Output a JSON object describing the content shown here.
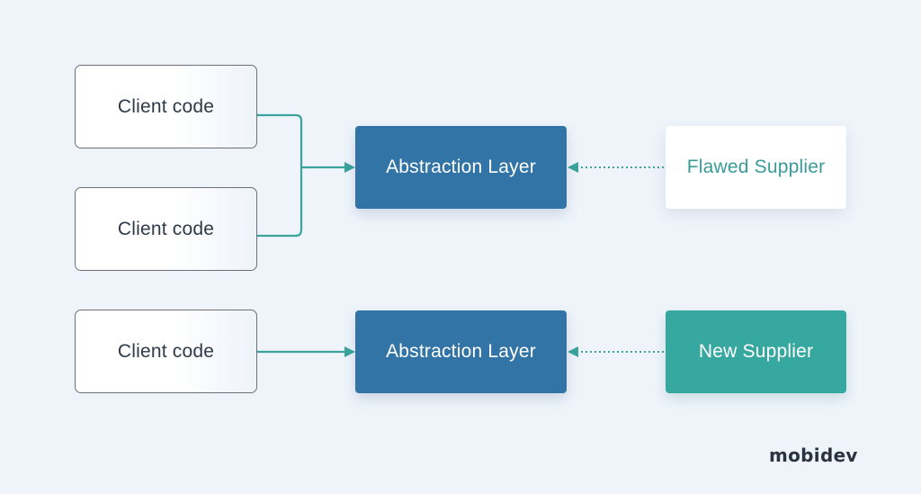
{
  "diagram": {
    "top": {
      "client_1": "Client code",
      "client_2": "Client code",
      "abstraction": "Abstraction Layer",
      "supplier": "Flawed Supplier"
    },
    "bottom": {
      "client": "Client code",
      "abstraction": "Abstraction Layer",
      "supplier": "New Supplier"
    }
  },
  "logo": "mobidev",
  "colors": {
    "background": "#eff4fb",
    "abstraction": "#3274a6",
    "accent_teal": "#37a8a0",
    "connector": "#3aa39c",
    "text_dark": "#2f3a48"
  }
}
